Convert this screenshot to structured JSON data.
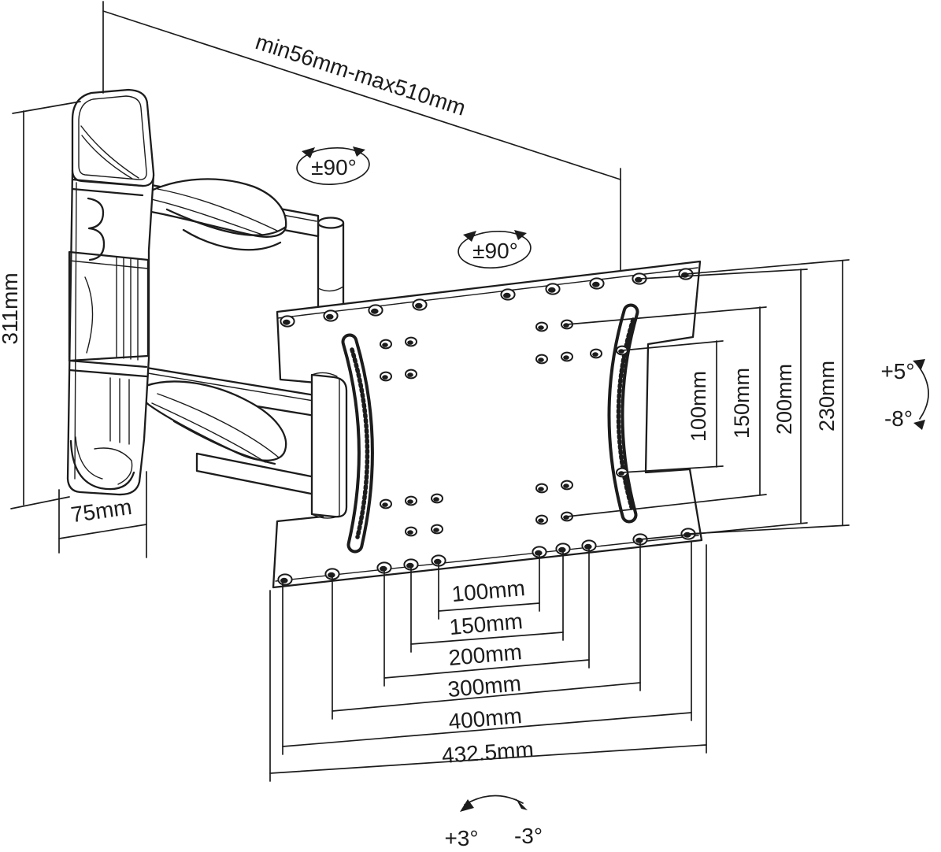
{
  "drawing": {
    "subject": "tv-wall-mount-dimension-drawing",
    "colors": {
      "line": "#1c1c1c",
      "background": "#ffffff"
    },
    "labels": {
      "arm_extension": "min56mm-max510mm",
      "swivel_arm": "±90°",
      "swivel_plate": "±90°",
      "wall_bracket_height": "311mm",
      "wall_bracket_width": "75mm",
      "vesa_vertical": [
        "100mm",
        "150mm",
        "200mm",
        "230mm"
      ],
      "tilt_up": "+5°",
      "tilt_down": "-8°",
      "vesa_horizontal": [
        "100mm",
        "150mm",
        "200mm",
        "300mm",
        "400mm",
        "432.5mm"
      ],
      "level_left": "+3°",
      "level_right": "-3°"
    }
  }
}
